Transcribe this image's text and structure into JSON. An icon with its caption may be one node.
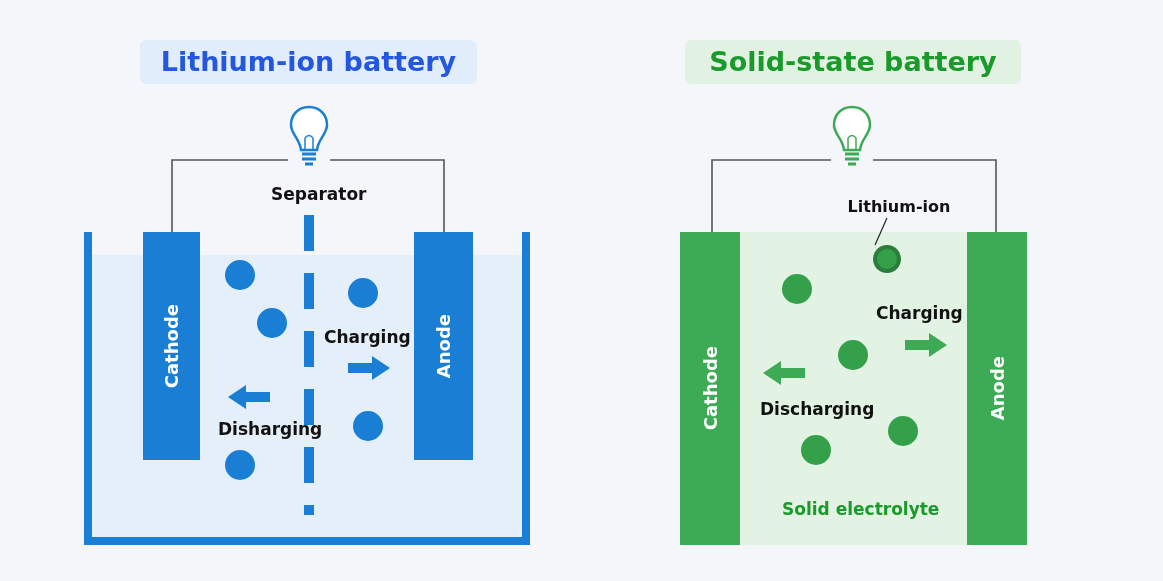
{
  "diagram": {
    "nodes": [
      {
        "text": [
          "Cathode"
        ]
      },
      {
        "text": [
          "Anode"
        ]
      },
      {
        "text": [],
        "shape": "picture"
      },
      {
        "text": [
          "Cathode"
        ]
      },
      {
        "text": [
          "Anode"
        ]
      },
      {
        "text": [],
        "shape": "picture"
      },
      {
        "text": [
          "Lithium-ion"
        ]
      },
      {
        "text": [],
        "shape": "circle"
      }
    ],
    "edges": [
      {
        "from": 2,
        "to": 0,
        "arrow": "none"
      },
      {
        "from": 2,
        "to": 1,
        "arrow": "none"
      },
      {
        "from": 5,
        "to": 3,
        "arrow": "none"
      },
      {
        "from": 5,
        "to": 4,
        "arrow": "none"
      },
      {
        "from": 6,
        "to": 7,
        "arrow": "none"
      }
    ],
    "labels": [
      "Lithium-ion battery",
      "Solid-state battery",
      "Separator",
      "Charging",
      "Disharging",
      "Charging",
      "Discharging",
      "Solid electrolyte"
    ]
  }
}
